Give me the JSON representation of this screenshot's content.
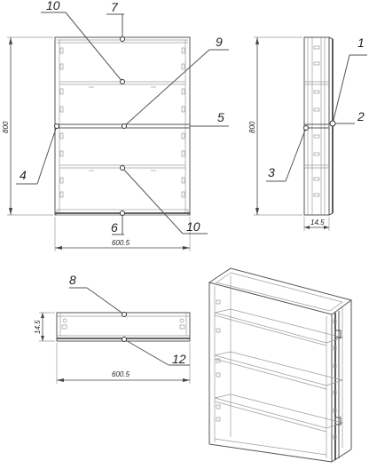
{
  "front_view": {
    "height_dim": "800",
    "width_dim": "600.5",
    "callouts": [
      "10",
      "7",
      "9",
      "5",
      "4",
      "6",
      "10"
    ]
  },
  "side_view": {
    "height_dim": "800",
    "depth_dim": "14.5",
    "callouts": [
      "1",
      "2",
      "3"
    ]
  },
  "top_view": {
    "depth_dim": "14.5",
    "width_dim": "600.5",
    "callouts": [
      "8",
      "12"
    ]
  },
  "iso_view": {}
}
